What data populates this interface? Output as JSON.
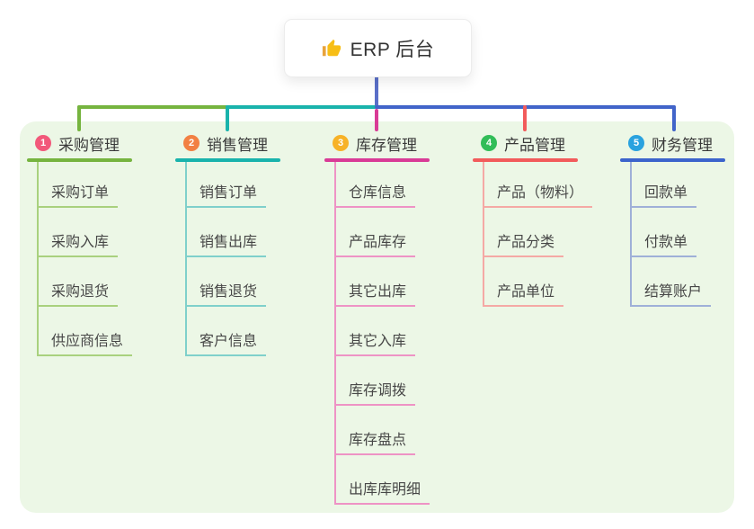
{
  "root": {
    "label": "ERP 后台",
    "icon": "thumbs-up"
  },
  "branches": [
    {
      "index": "1",
      "label": "采购管理",
      "badge_color": "#f2587a",
      "line_color": "#76b43f",
      "light_color": "#a9d17e",
      "children": [
        "采购订单",
        "采购入库",
        "采购退货",
        "供应商信息"
      ]
    },
    {
      "index": "2",
      "label": "销售管理",
      "badge_color": "#f28043",
      "line_color": "#19b3ac",
      "light_color": "#7fd0cb",
      "children": [
        "销售订单",
        "销售出库",
        "销售退货",
        "客户信息"
      ]
    },
    {
      "index": "3",
      "label": "库存管理",
      "badge_color": "#f7b227",
      "line_color": "#d93b96",
      "light_color": "#ee93c5",
      "children": [
        "仓库信息",
        "产品库存",
        "其它出库",
        "其它入库",
        "库存调拨",
        "库存盘点",
        "出库库明细"
      ]
    },
    {
      "index": "4",
      "label": "产品管理",
      "badge_color": "#32bd58",
      "line_color": "#f25b5b",
      "light_color": "#f5a9a5",
      "children": [
        "产品（物料）",
        "产品分类",
        "产品单位"
      ]
    },
    {
      "index": "5",
      "label": "财务管理",
      "badge_color": "#2aa2df",
      "line_color": "#3c64cc",
      "light_color": "#9fb0d8",
      "children": [
        "回款单",
        "付款单",
        "结算账户"
      ]
    }
  ],
  "colors": {
    "panel_bg": "#ecf7e6",
    "root_line": "#5a6fc8",
    "right_line": "#4164c9",
    "thumb_fill": "#f7be16",
    "thumb_sleeve": "#e8a33d"
  }
}
